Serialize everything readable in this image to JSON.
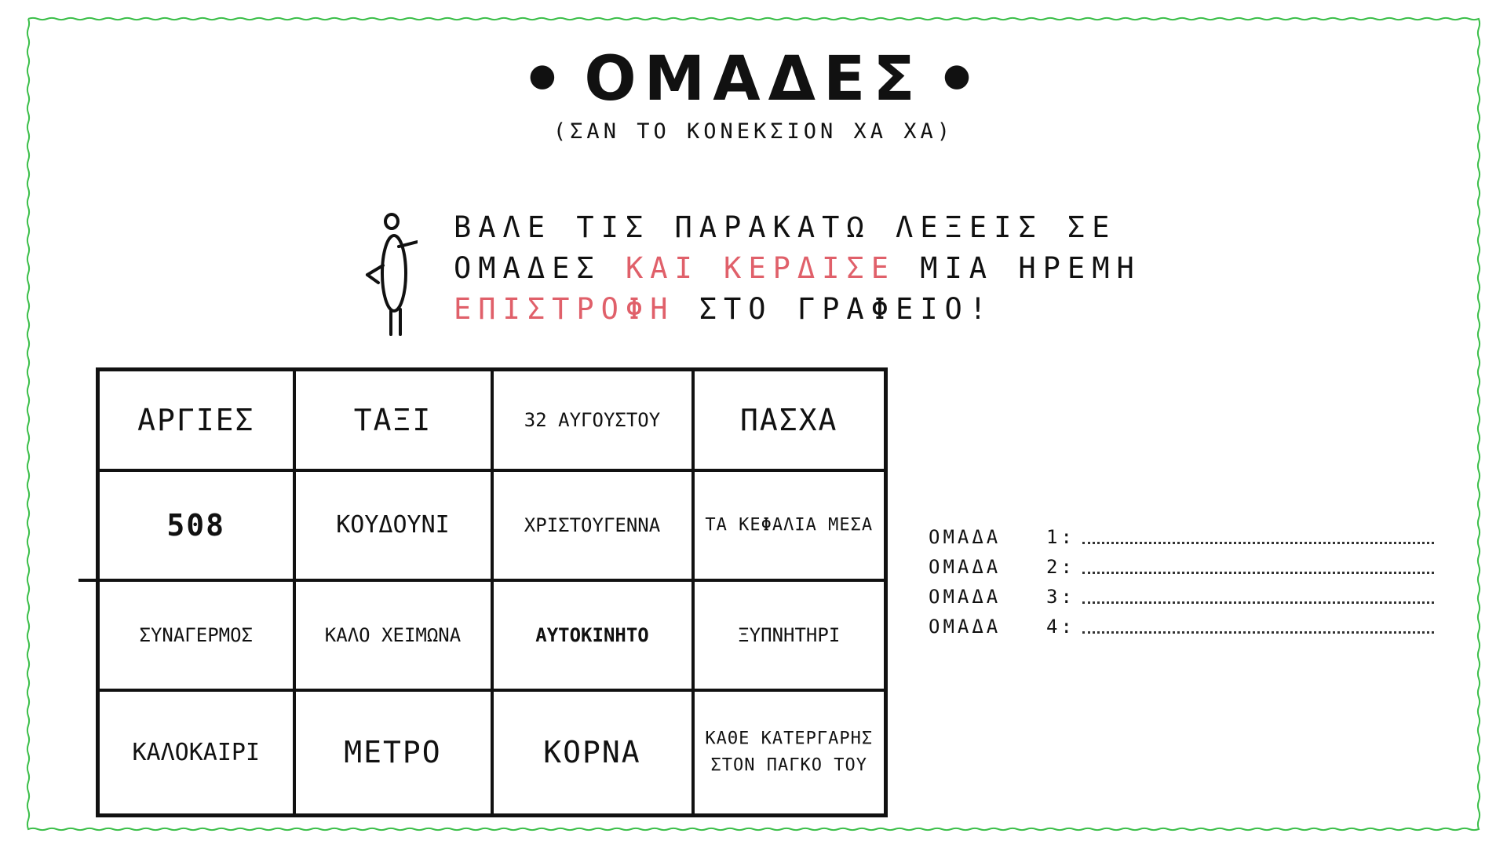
{
  "title": "ΟΜΑΔΕΣ",
  "subtitle": "(ΣΑΝ ΤΟ ΚΟΝΕΚΣΙΟΝ ΧΑ ΧΑ)",
  "instructions": {
    "part1": "ΒΑΛΕ ΤΙΣ ΠΑΡΑΚΑΤΩ ΛΕΞΕΙΣ ΣΕ ΟΜΑΔΕΣ ",
    "highlight1": "ΚΑΙ ΚΕΡΔΙΣΕ",
    "part2": " ΜΙΑ ΗΡΕΜΗ ",
    "highlight2": "ΕΠΙΣΤΡΟΦΗ",
    "part3": " ΣΤΟ ΓΡΑΦΕΙΟ!"
  },
  "grid": {
    "rows": [
      [
        "ΑΡΓΙΕΣ",
        "ΤΑΞΙ",
        "32 ΑΥΓΟΥΣΤΟΥ",
        "ΠΑΣΧΑ"
      ],
      [
        "508",
        "ΚΟΥΔΟΥΝΙ",
        "ΧΡΙΣΤΟΥΓΕΝΝΑ",
        "ΤΑ ΚΕΦΑΛΙΑ ΜΕΣΑ"
      ],
      [
        "ΣΥΝΑΓΕΡΜΟΣ",
        "ΚΑΛΟ ΧΕΙΜΩΝΑ",
        "ΑΥΤΟΚΙΝΗΤΟ",
        "ΞΥΠΝΗΤΗΡΙ"
      ],
      [
        "ΚΑΛΟΚΑΙΡΙ",
        "ΜΕΤΡΟ",
        "ΚΟΡΝΑ",
        "ΚΑΘΕ ΚΑΤΕΡΓΑΡΗΣ ΣΤΟΝ ΠΑΓΚΟ ΤΟΥ"
      ]
    ]
  },
  "groups": [
    {
      "label": "ΟΜΑΔΑ",
      "number": "1:"
    },
    {
      "label": "ΟΜΑΔΑ",
      "number": "2:"
    },
    {
      "label": "ΟΜΑΔΑ",
      "number": "3:"
    },
    {
      "label": "ΟΜΑΔΑ",
      "number": "4:"
    }
  ],
  "colors": {
    "border": "#3cbf4a",
    "highlight": "#e0606a",
    "ink": "#111111"
  },
  "icons": {
    "figure": "stick-figure-pointing-icon",
    "title_dot": "dot-icon"
  }
}
